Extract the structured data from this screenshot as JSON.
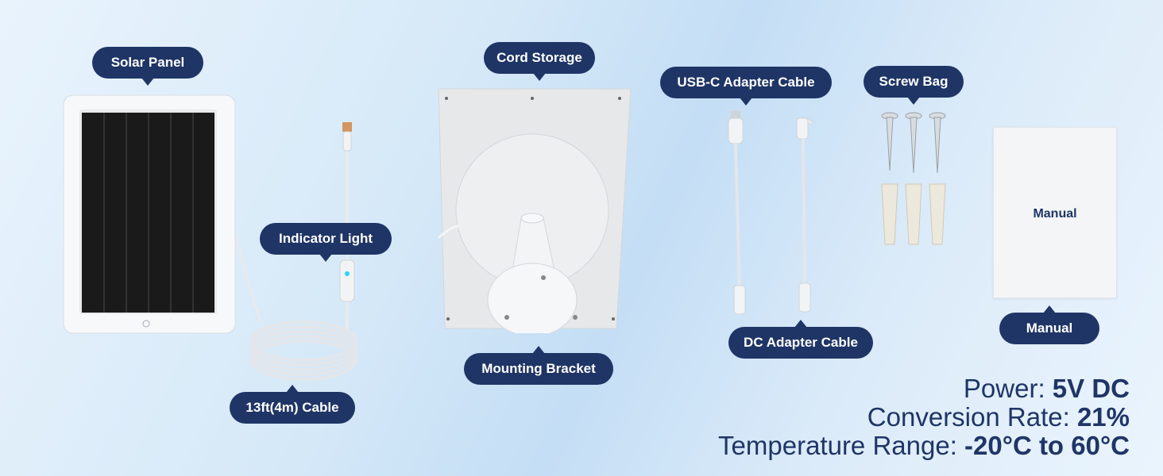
{
  "labels": {
    "solar_panel": "Solar Panel",
    "cord_storage": "Cord Storage",
    "usbc_cable": "USB-C Adapter Cable",
    "screw_bag": "Screw Bag",
    "indicator_light": "Indicator Light",
    "mounting_bracket": "Mounting Bracket",
    "dc_cable": "DC Adapter Cable",
    "cable_length": "13ft(4m) Cable",
    "manual": "Manual",
    "manual_cover": "Manual"
  },
  "specs": {
    "power_label": "Power: ",
    "power_value": "5V DC",
    "conversion_label": "Conversion Rate: ",
    "conversion_value": "21%",
    "temperature_label": "Temperature Range: ",
    "temperature_value": "-20°C to 60°C"
  },
  "colors": {
    "label_bg": "#1f3566",
    "text": "#1f3566",
    "panel_cell": "#1c1c1c"
  }
}
